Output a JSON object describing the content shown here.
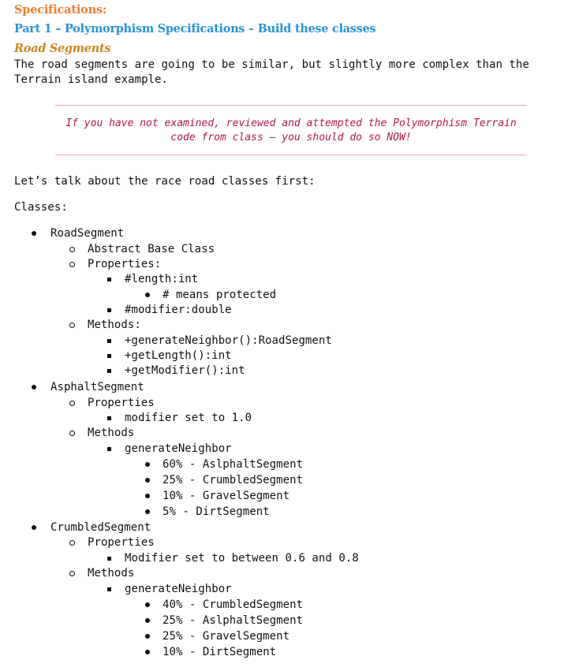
{
  "headings": {
    "specifications": "Specifications:",
    "part": "Part 1 – Polymorphism Specifications – Build these classes",
    "road_segments": "Road Segments"
  },
  "intro": "The road segments are going to be similar, but slightly more complex than the Terrain island example.",
  "callout": {
    "line1": "If you have not examined, reviewed and attempted the Polymorphism Terrain",
    "line2": "code from class – you should do so NOW!",
    "border_color": "#e0a6b8",
    "text_color": "#b0184c"
  },
  "paragraphs": {
    "lead": "Let’s talk about the race road classes first:",
    "classes_label": "Classes:"
  },
  "classes": [
    {
      "name": "RoadSegment",
      "items": [
        {
          "label": "Abstract Base Class"
        },
        {
          "label": "Properties:",
          "items": [
            {
              "label": "#length:int",
              "items": [
                {
                  "label": "# means protected"
                }
              ]
            },
            {
              "label": "#modifier:double"
            }
          ]
        },
        {
          "label": "Methods:",
          "items": [
            {
              "label": "+generateNeighbor():RoadSegment"
            },
            {
              "label": "+getLength():int"
            },
            {
              "label": "+getModifier():int"
            }
          ]
        }
      ]
    },
    {
      "name": "AsphaltSegment",
      "items": [
        {
          "label": "Properties",
          "items": [
            {
              "label": "modifier set to 1.0"
            }
          ]
        },
        {
          "label": "Methods",
          "items": [
            {
              "label": "generateNeighbor",
              "items": [
                {
                  "label": "60% - AslphaltSegment"
                },
                {
                  "label": "25% - CrumbledSegment"
                },
                {
                  "label": "10% - GravelSegment"
                },
                {
                  "label": "5% - DirtSegment"
                }
              ]
            }
          ]
        }
      ]
    },
    {
      "name": "CrumbledSegment",
      "items": [
        {
          "label": "Properties",
          "items": [
            {
              "label": "Modifier set to between 0.6 and 0.8"
            }
          ]
        },
        {
          "label": "Methods",
          "items": [
            {
              "label": "generateNeighbor",
              "items": [
                {
                  "label": "40% - CrumbledSegment"
                },
                {
                  "label": "25% - AslphaltSegment"
                },
                {
                  "label": "25% - GravelSegment"
                },
                {
                  "label": "10% - DirtSegment"
                }
              ]
            }
          ]
        }
      ]
    }
  ],
  "colors": {
    "heading_orange": "#ef7d2d",
    "heading_blue": "#2b93d4",
    "heading_gold": "#c8871e",
    "body_text": "#111111"
  }
}
